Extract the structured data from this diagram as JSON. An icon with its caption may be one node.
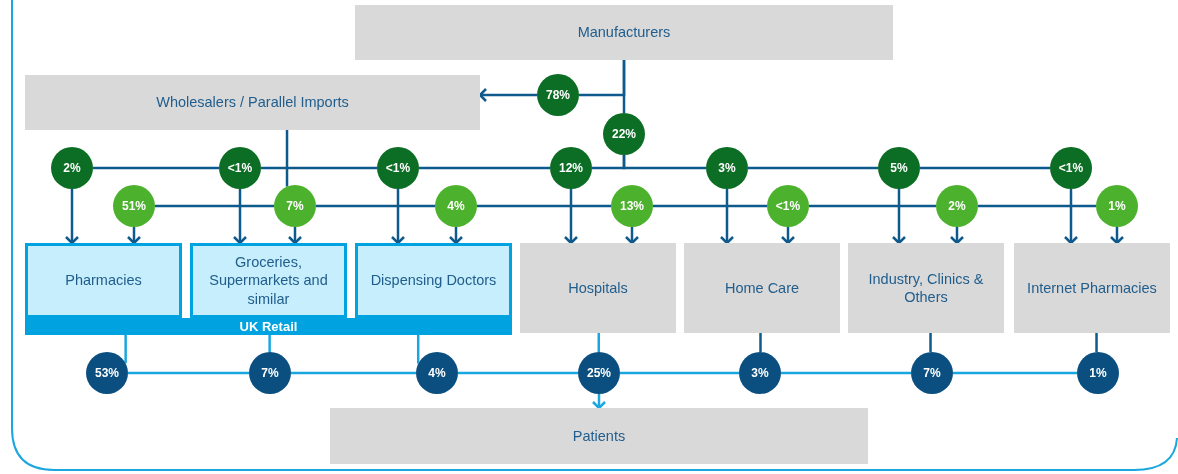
{
  "diagram": {
    "nodes": [
      {
        "text": [
          "Manufacturers"
        ]
      },
      {
        "text": [
          "Wholesalers / Parallel Imports"
        ]
      },
      {
        "text": [
          "UK Retail"
        ]
      },
      {
        "text": [
          "Pharmacies"
        ],
        "in": 2
      },
      {
        "text": [
          "Groceries, Supermarkets and similar"
        ],
        "in": 2
      },
      {
        "text": [
          "Dispensing Doctors"
        ],
        "in": 2
      },
      {
        "text": [
          "Hospitals"
        ]
      },
      {
        "text": [
          "Home Care"
        ]
      },
      {
        "text": [
          "Industry, Clinics & Others"
        ]
      },
      {
        "text": [
          "Internet Pharmacies"
        ]
      },
      {
        "text": [
          "Patients"
        ]
      },
      {
        "text": [
          "78%"
        ]
      },
      {
        "text": [
          "22%"
        ]
      },
      {
        "text": [
          "2%"
        ]
      },
      {
        "text": [
          "<1%"
        ]
      },
      {
        "text": [
          "<1%"
        ]
      },
      {
        "text": [
          "12%"
        ]
      },
      {
        "text": [
          "3%"
        ]
      },
      {
        "text": [
          "5%"
        ]
      },
      {
        "text": [
          "<1%"
        ]
      },
      {
        "text": [
          "51%"
        ]
      },
      {
        "text": [
          "7%"
        ]
      },
      {
        "text": [
          "4%"
        ]
      },
      {
        "text": [
          "13%"
        ]
      },
      {
        "text": [
          "<1%"
        ]
      },
      {
        "text": [
          "2%"
        ]
      },
      {
        "text": [
          "1%"
        ]
      },
      {
        "text": [
          "53%"
        ]
      },
      {
        "text": [
          "7%"
        ]
      },
      {
        "text": [
          "4%"
        ]
      },
      {
        "text": [
          "25%"
        ]
      },
      {
        "text": [
          "3%"
        ]
      },
      {
        "text": [
          "7%"
        ]
      },
      {
        "text": [
          "1%"
        ]
      }
    ],
    "edges": [
      {
        "from": 0,
        "to": 11,
        "arrow": "none"
      },
      {
        "from": 11,
        "to": 1,
        "arrow": "to"
      },
      {
        "from": 0,
        "to": 12,
        "arrow": "none"
      },
      {
        "from": 12,
        "to": 16,
        "arrow": "none"
      },
      {
        "from": 16,
        "to": 15,
        "arrow": "none"
      },
      {
        "from": 15,
        "to": 14,
        "arrow": "none"
      },
      {
        "from": 14,
        "to": 13,
        "arrow": "none"
      },
      {
        "from": 12,
        "to": 17,
        "arrow": "none"
      },
      {
        "from": 17,
        "to": 18,
        "arrow": "none"
      },
      {
        "from": 18,
        "to": 19,
        "arrow": "none"
      },
      {
        "from": 13,
        "to": 3,
        "arrow": "to"
      },
      {
        "from": 14,
        "to": 4,
        "arrow": "to"
      },
      {
        "from": 15,
        "to": 5,
        "arrow": "to"
      },
      {
        "from": 16,
        "to": 6,
        "arrow": "to"
      },
      {
        "from": 17,
        "to": 7,
        "arrow": "to"
      },
      {
        "from": 18,
        "to": 8,
        "arrow": "to"
      },
      {
        "from": 19,
        "to": 9,
        "arrow": "to"
      },
      {
        "from": 1,
        "to": 21,
        "arrow": "none"
      },
      {
        "from": 21,
        "to": 20,
        "arrow": "none"
      },
      {
        "from": 21,
        "to": 22,
        "arrow": "none"
      },
      {
        "from": 22,
        "to": 23,
        "arrow": "none"
      },
      {
        "from": 23,
        "to": 24,
        "arrow": "none"
      },
      {
        "from": 24,
        "to": 25,
        "arrow": "none"
      },
      {
        "from": 25,
        "to": 26,
        "arrow": "none"
      },
      {
        "from": 20,
        "to": 3,
        "arrow": "to"
      },
      {
        "from": 21,
        "to": 4,
        "arrow": "to"
      },
      {
        "from": 22,
        "to": 5,
        "arrow": "to"
      },
      {
        "from": 23,
        "to": 6,
        "arrow": "to"
      },
      {
        "from": 24,
        "to": 7,
        "arrow": "to"
      },
      {
        "from": 25,
        "to": 8,
        "arrow": "to"
      },
      {
        "from": 26,
        "to": 9,
        "arrow": "to"
      },
      {
        "from": 2,
        "to": 27,
        "arrow": "none",
        "color": "#1aa7e0"
      },
      {
        "from": 2,
        "to": 28,
        "arrow": "none",
        "color": "#1aa7e0"
      },
      {
        "from": 2,
        "to": 29,
        "arrow": "none",
        "color": "#1aa7e0"
      },
      {
        "from": 6,
        "to": 30,
        "arrow": "none",
        "color": "#1aa7e0"
      },
      {
        "from": 7,
        "to": 31,
        "arrow": "none"
      },
      {
        "from": 8,
        "to": 32,
        "arrow": "none"
      },
      {
        "from": 9,
        "to": 33,
        "arrow": "none"
      },
      {
        "from": 27,
        "to": 28,
        "arrow": "none",
        "color": "#1aa7e0"
      },
      {
        "from": 28,
        "to": 29,
        "arrow": "none",
        "color": "#1aa7e0"
      },
      {
        "from": 29,
        "to": 30,
        "arrow": "none",
        "color": "#1aa7e0"
      },
      {
        "from": 30,
        "to": 10,
        "arrow": "to",
        "color": "#1aa7e0"
      },
      {
        "from": 31,
        "to": 30,
        "arrow": "none",
        "color": "#1aa7e0"
      },
      {
        "from": 32,
        "to": 31,
        "arrow": "none",
        "color": "#1aa7e0"
      },
      {
        "from": 33,
        "to": 32,
        "arrow": "none",
        "color": "#1aa7e0"
      }
    ]
  }
}
